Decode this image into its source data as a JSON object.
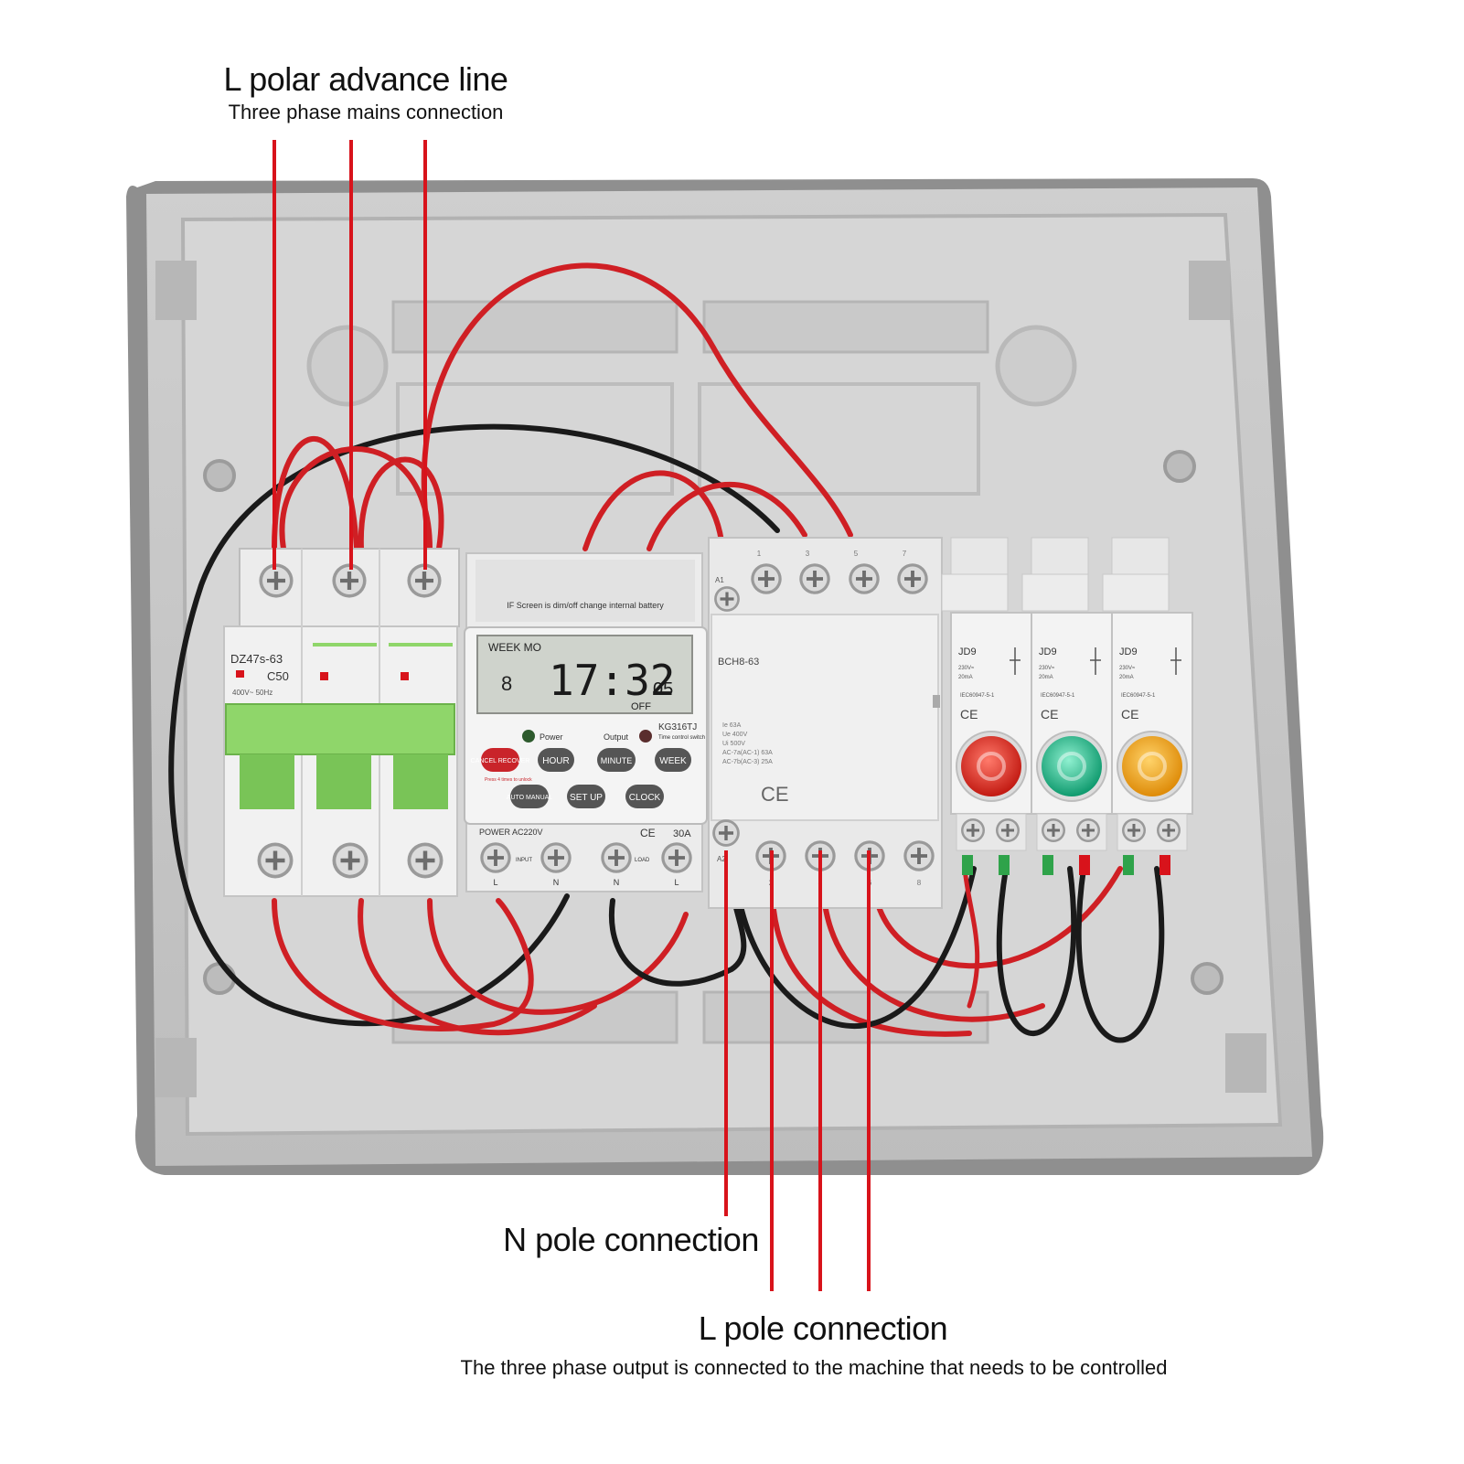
{
  "annotations": {
    "top_title": "L polar advance line",
    "top_subtitle": "Three phase mains connection",
    "n_pole": "N pole connection",
    "l_pole": "L pole connection",
    "l_pole_subtitle": "The three phase output is connected to the machine that needs to be controlled"
  },
  "breaker": {
    "model": "DZ47s-63",
    "rating": "C50",
    "specs": "400V~ 50Hz"
  },
  "timer": {
    "notice": "IF Screen is dim/off change internal battery",
    "display_top": "WEEK  MO",
    "display_day": "8",
    "display_time": "17:32",
    "display_seconds": "05",
    "display_state": "OFF",
    "model": "KG316TJ",
    "model_sub": "Time control switch",
    "led_power": "Power",
    "led_output": "Output",
    "btn_cancel": "CANCEL RECOVER",
    "btn_hour": "HOUR",
    "btn_minute": "MINUTE",
    "btn_week": "WEEK",
    "btn_auto": "AUTO MANUAL",
    "btn_setup": "SET UP",
    "btn_clock": "CLOCK",
    "hint": "Press 4 times to unlock",
    "power": "POWER AC220V",
    "ce": "CE",
    "current": "30A",
    "input": "INPUT",
    "load": "LOAD",
    "term_l1": "L",
    "term_n1": "N",
    "term_n2": "N",
    "term_l2": "L"
  },
  "contactor": {
    "model": "BCH8-63",
    "top_numbers": [
      "1",
      "3",
      "5",
      "7"
    ],
    "bottom_numbers": [
      "2",
      "4",
      "6",
      "8"
    ],
    "a1": "A1",
    "a2": "A2",
    "specs": [
      "Ie 63A",
      "Ue 400V",
      "Ui 500V",
      "AC-7a(AC-1) 63A",
      "AC-7b(AC-3) 25A"
    ],
    "ce": "CE"
  },
  "indicators": [
    {
      "model": "JD9",
      "spec1": "230V≈",
      "spec2": "20mA",
      "std": "IEC60947-5-1",
      "ce": "CE",
      "color": "#e0261c"
    },
    {
      "model": "JD9",
      "spec1": "230V≈",
      "spec2": "20mA",
      "std": "IEC60947-5-1",
      "ce": "CE",
      "color": "#19b083"
    },
    {
      "model": "JD9",
      "spec1": "230V≈",
      "spec2": "20mA",
      "std": "IEC60947-5-1",
      "ce": "CE",
      "color": "#f2a30f"
    }
  ],
  "colors": {
    "wire_red": "#cf1f24",
    "wire_black": "#1a1a1a",
    "leader_red": "#d8131b",
    "enclosure": "#d9d9d9",
    "breaker_green": "#8fd66a"
  }
}
